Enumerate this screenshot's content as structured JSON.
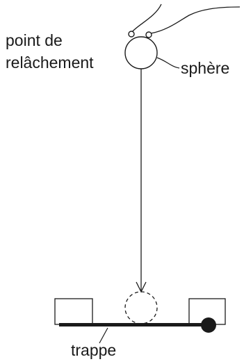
{
  "labels": {
    "release_point_line1": "point de",
    "release_point_line2": "relâchement",
    "sphere": "sphère",
    "trapdoor": "trappe"
  },
  "colors": {
    "stroke": "#1a1a1a",
    "background": "#ffffff"
  }
}
